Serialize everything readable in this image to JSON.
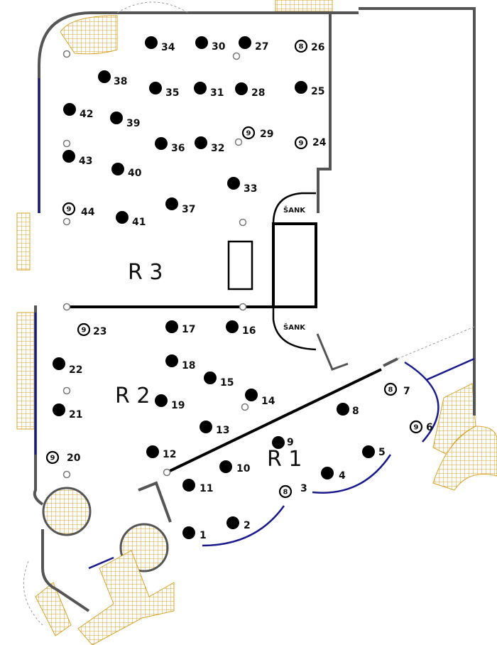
{
  "rooms": {
    "r1": "R 1",
    "r2": "R 2",
    "r3": "R 3"
  },
  "bars": {
    "upper": "ŠANK",
    "lower": "ŠANK"
  },
  "colors": {
    "wall": "#555555",
    "glass": "#1a1a8c",
    "stairs": "#d9a22a",
    "table": "#000000"
  },
  "tables": [
    {
      "n": "1",
      "type": "dot"
    },
    {
      "n": "2",
      "type": "dot"
    },
    {
      "n": "3",
      "type": "ring",
      "seats": "8"
    },
    {
      "n": "4",
      "type": "dot"
    },
    {
      "n": "5",
      "type": "dot"
    },
    {
      "n": "6",
      "type": "ring",
      "seats": "9"
    },
    {
      "n": "7",
      "type": "ring",
      "seats": "8"
    },
    {
      "n": "8",
      "type": "dot"
    },
    {
      "n": "9",
      "type": "dot"
    },
    {
      "n": "10",
      "type": "dot"
    },
    {
      "n": "11",
      "type": "dot"
    },
    {
      "n": "12",
      "type": "dot"
    },
    {
      "n": "13",
      "type": "dot"
    },
    {
      "n": "14",
      "type": "dot"
    },
    {
      "n": "15",
      "type": "dot"
    },
    {
      "n": "16",
      "type": "dot"
    },
    {
      "n": "17",
      "type": "dot"
    },
    {
      "n": "18",
      "type": "dot"
    },
    {
      "n": "19",
      "type": "dot"
    },
    {
      "n": "20",
      "type": "ring",
      "seats": "9"
    },
    {
      "n": "21",
      "type": "dot"
    },
    {
      "n": "22",
      "type": "dot"
    },
    {
      "n": "23",
      "type": "ring",
      "seats": "9"
    },
    {
      "n": "24",
      "type": "ring",
      "seats": "9"
    },
    {
      "n": "25",
      "type": "dot"
    },
    {
      "n": "26",
      "type": "ring",
      "seats": "8"
    },
    {
      "n": "27",
      "type": "dot"
    },
    {
      "n": "28",
      "type": "dot"
    },
    {
      "n": "29",
      "type": "ring",
      "seats": "9"
    },
    {
      "n": "30",
      "type": "dot"
    },
    {
      "n": "31",
      "type": "dot"
    },
    {
      "n": "32",
      "type": "dot"
    },
    {
      "n": "33",
      "type": "dot"
    },
    {
      "n": "34",
      "type": "dot"
    },
    {
      "n": "35",
      "type": "dot"
    },
    {
      "n": "36",
      "type": "dot"
    },
    {
      "n": "37",
      "type": "dot"
    },
    {
      "n": "38",
      "type": "dot"
    },
    {
      "n": "39",
      "type": "dot"
    },
    {
      "n": "40",
      "type": "dot"
    },
    {
      "n": "41",
      "type": "dot"
    },
    {
      "n": "42",
      "type": "dot"
    },
    {
      "n": "43",
      "type": "dot"
    },
    {
      "n": "44",
      "type": "ring",
      "seats": "9"
    }
  ]
}
